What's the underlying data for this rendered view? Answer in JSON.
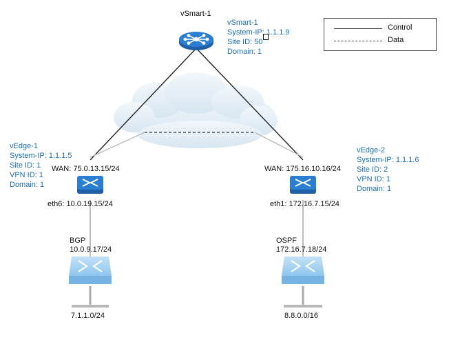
{
  "vsmart": {
    "name": "vSmart-1",
    "info": [
      "vSmart-1",
      "System-IP: 1.1.1.9",
      "Site ID: 50",
      "Domain: 1"
    ]
  },
  "vedge1": {
    "info": [
      "vEdge-1",
      "System-IP: 1.1.1.5",
      "Site ID: 1",
      "VPN ID: 1",
      "Domain: 1"
    ],
    "wan": "WAN: 75.0.13.15/24",
    "eth": "eth6: 10.0.19.15/24"
  },
  "vedge2": {
    "info": [
      "vEdge-2",
      "System-IP: 1.1.1.6",
      "Site ID: 2",
      "VPN ID: 1",
      "Domain: 1"
    ],
    "wan": "WAN: 175.16.10.16/24",
    "eth": "eth1: 172.16.7.15/24"
  },
  "router1": {
    "protocol": "BGP",
    "ip": "10.0.9.17/24",
    "network": "7.1.1.0/24"
  },
  "router2": {
    "protocol": "OSPF",
    "ip": "172.16.7.18/24",
    "network": "8.8.0.0/16"
  },
  "legend": {
    "control": "Control",
    "data": "Data"
  },
  "colors": {
    "label_blue": "#1a6fb5",
    "device_blue": "#2a7fd4",
    "router_light": "#a8d4f2",
    "cloud": "#e3eef6"
  }
}
